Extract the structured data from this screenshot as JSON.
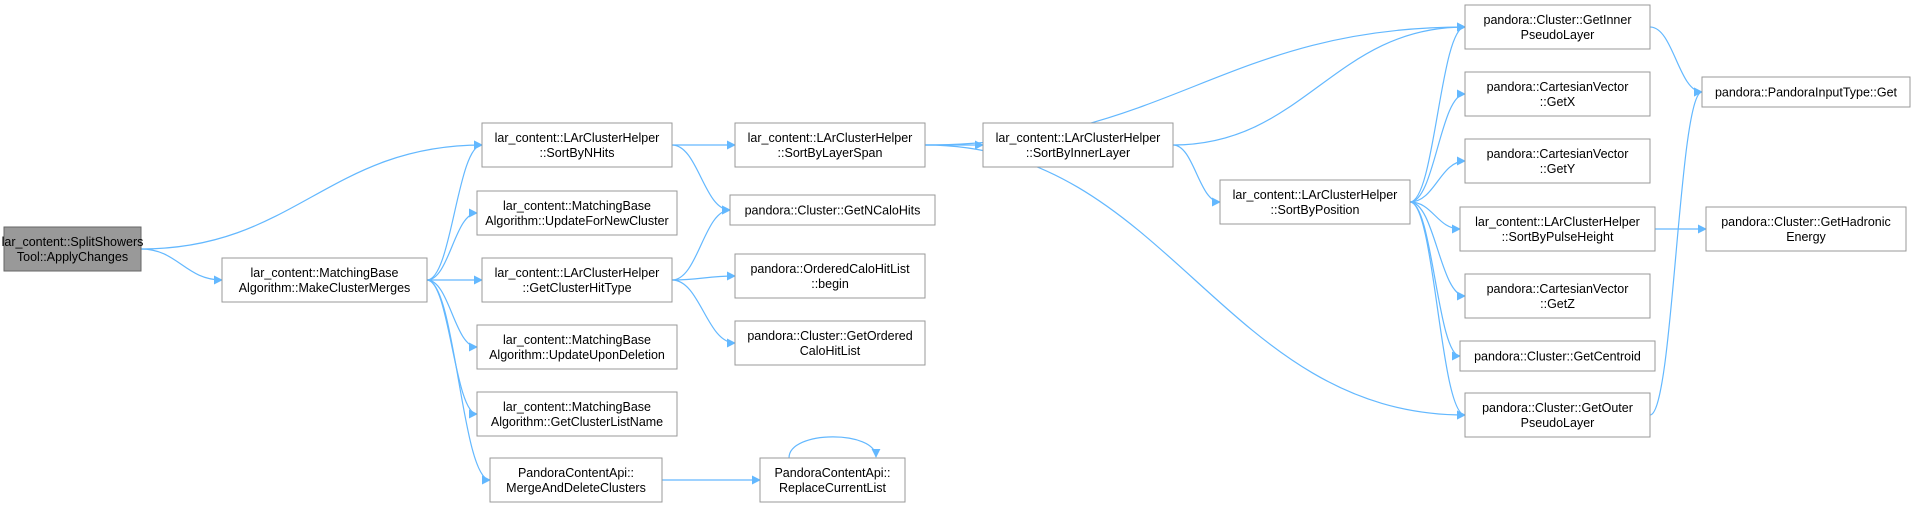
{
  "nodes": [
    {
      "id": "n0",
      "lines": [
        "lar_content::SplitShowers",
        "Tool::ApplyChanges"
      ],
      "root": true
    },
    {
      "id": "n1",
      "lines": [
        "lar_content::LArClusterHelper",
        "::SortByNHits"
      ]
    },
    {
      "id": "n2",
      "lines": [
        "lar_content::MatchingBase",
        "Algorithm::MakeClusterMerges"
      ]
    },
    {
      "id": "n3",
      "lines": [
        "lar_content::LArClusterHelper",
        "::SortByLayerSpan"
      ]
    },
    {
      "id": "n4",
      "lines": [
        "pandora::Cluster::GetNCaloHits"
      ]
    },
    {
      "id": "n5",
      "lines": [
        "lar_content::MatchingBase",
        "Algorithm::UpdateForNewCluster"
      ]
    },
    {
      "id": "n6",
      "lines": [
        "lar_content::LArClusterHelper",
        "::GetClusterHitType"
      ]
    },
    {
      "id": "n7",
      "lines": [
        "lar_content::MatchingBase",
        "Algorithm::UpdateUponDeletion"
      ]
    },
    {
      "id": "n8",
      "lines": [
        "lar_content::MatchingBase",
        "Algorithm::GetClusterListName"
      ]
    },
    {
      "id": "n9",
      "lines": [
        "PandoraContentApi::",
        "MergeAndDeleteClusters"
      ]
    },
    {
      "id": "n10",
      "lines": [
        "pandora::OrderedCaloHitList",
        "::begin"
      ]
    },
    {
      "id": "n11",
      "lines": [
        "pandora::Cluster::GetOrdered",
        "CaloHitList"
      ]
    },
    {
      "id": "n12",
      "lines": [
        "PandoraContentApi::",
        "ReplaceCurrentList"
      ]
    },
    {
      "id": "n13",
      "lines": [
        "lar_content::LArClusterHelper",
        "::SortByInnerLayer"
      ]
    },
    {
      "id": "n14",
      "lines": [
        "lar_content::LArClusterHelper",
        "::SortByPosition"
      ]
    },
    {
      "id": "n15",
      "lines": [
        "pandora::Cluster::GetInner",
        "PseudoLayer"
      ]
    },
    {
      "id": "n16",
      "lines": [
        "pandora::CartesianVector",
        "::GetX"
      ]
    },
    {
      "id": "n17",
      "lines": [
        "pandora::CartesianVector",
        "::GetY"
      ]
    },
    {
      "id": "n18",
      "lines": [
        "lar_content::LArClusterHelper",
        "::SortByPulseHeight"
      ]
    },
    {
      "id": "n19",
      "lines": [
        "pandora::CartesianVector",
        "::GetZ"
      ]
    },
    {
      "id": "n20",
      "lines": [
        "pandora::Cluster::GetCentroid"
      ]
    },
    {
      "id": "n21",
      "lines": [
        "pandora::Cluster::GetOuter",
        "PseudoLayer"
      ]
    },
    {
      "id": "n22",
      "lines": [
        "pandora::PandoraInputType::Get"
      ]
    },
    {
      "id": "n23",
      "lines": [
        "pandora::Cluster::GetHadronic",
        "Energy"
      ]
    }
  ],
  "edges": [
    [
      "n0",
      "n1"
    ],
    [
      "n0",
      "n2"
    ],
    [
      "n2",
      "n1"
    ],
    [
      "n2",
      "n5"
    ],
    [
      "n2",
      "n6"
    ],
    [
      "n2",
      "n7"
    ],
    [
      "n2",
      "n8"
    ],
    [
      "n2",
      "n9"
    ],
    [
      "n1",
      "n3"
    ],
    [
      "n1",
      "n4"
    ],
    [
      "n3",
      "n13"
    ],
    [
      "n3",
      "n15"
    ],
    [
      "n3",
      "n21"
    ],
    [
      "n6",
      "n4"
    ],
    [
      "n6",
      "n10"
    ],
    [
      "n6",
      "n11"
    ],
    [
      "n9",
      "n12"
    ],
    [
      "n12",
      "n12"
    ],
    [
      "n13",
      "n14"
    ],
    [
      "n13",
      "n15"
    ],
    [
      "n14",
      "n15"
    ],
    [
      "n14",
      "n16"
    ],
    [
      "n14",
      "n17"
    ],
    [
      "n14",
      "n18"
    ],
    [
      "n14",
      "n19"
    ],
    [
      "n14",
      "n20"
    ],
    [
      "n14",
      "n21"
    ],
    [
      "n15",
      "n22"
    ],
    [
      "n21",
      "n22"
    ],
    [
      "n18",
      "n23"
    ]
  ]
}
